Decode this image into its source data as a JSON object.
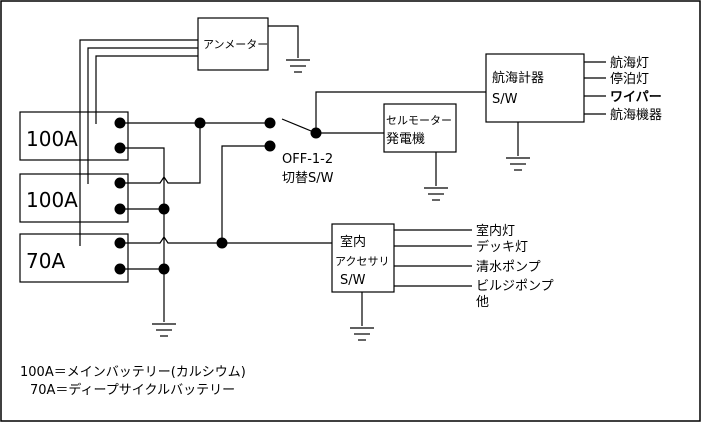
{
  "batteries": [
    {
      "label": "100A"
    },
    {
      "label": "100A"
    },
    {
      "label": "70A"
    }
  ],
  "ammeter": {
    "label": "アンメーター"
  },
  "selector": {
    "label_line1": "OFF-1-2",
    "label_line2": "切替S/W"
  },
  "starter": {
    "label_line1": "セルモーター",
    "label_line2": "発電機"
  },
  "nav_switch": {
    "label_line1": "航海計器",
    "label_line2": "S/W"
  },
  "nav_loads": [
    "航海灯",
    "停泊灯",
    "ワイパー",
    "航海機器"
  ],
  "interior_switch": {
    "label_line1": "室内",
    "label_line2": "アクセサリ",
    "label_line3": "S/W"
  },
  "interior_loads": [
    "室内灯",
    "デッキ灯",
    "清水ポンプ",
    "ビルジポンプ",
    "他"
  ],
  "legend": {
    "line1": "100A＝メインバッテリー(カルシウム)",
    "line2": "70A＝ディープサイクルバッテリー"
  }
}
